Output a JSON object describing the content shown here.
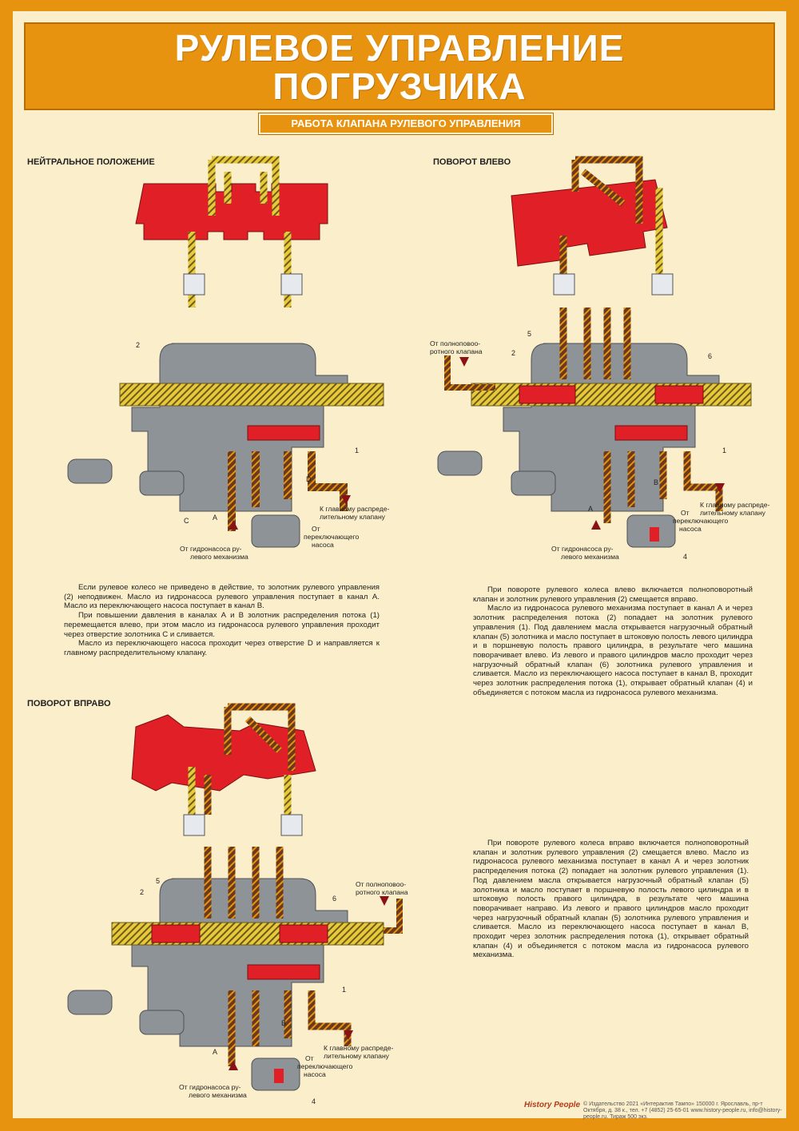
{
  "title": {
    "line1": "РУЛЕВОЕ УПРАВЛЕНИЕ",
    "line2": "ПОГРУЗЧИКА"
  },
  "subtitle": "РАБОТА КЛАПАНА РУЛЕВОГО УПРАВЛЕНИЯ",
  "colors": {
    "orange": "#e8930f",
    "cream": "#fbeecb",
    "red": "#e01f26",
    "yellow": "#e8c93a",
    "brown": "#6b3a1c",
    "grey": "#8e9398"
  },
  "sections": {
    "neutral": {
      "title": "НЕЙТРАЛЬНОЕ ПОЛОЖЕНИЕ",
      "labels": {
        "n2": "2",
        "n1": "1",
        "A": "A",
        "C": "C",
        "D": "D",
        "from_pump": [
          "От гидронасоса ру-",
          "левого механизма"
        ],
        "from_switch": [
          "От",
          "переключающего",
          "насоса"
        ],
        "to_main": [
          "К главному распреде-",
          "лительному клапану"
        ]
      },
      "text": [
        "Если рулевое колесо не приведено в действие, то золотник рулевого управления (2) неподвижен. Масло из гидронасоса рулевого управления поступает в канал А. Масло из переключающего насоса поступает в канал В.",
        "При повышении давления в каналах А и В золотник распределения потока (1) перемещается влево, при этом масло из гидронасоса рулевого управления проходит через отверстие золотника С и сливается.",
        "Масло из переключающего насоса проходит через отверстие D и направляется к главному распределительному клапану."
      ]
    },
    "left": {
      "title": "ПОВОРОТ ВЛЕВО",
      "labels": {
        "n2": "2",
        "n5": "5",
        "n6": "6",
        "n1": "1",
        "n4": "4",
        "A": "A",
        "B": "B",
        "from_full": [
          "От  полноповоо-",
          "ротного клапана"
        ],
        "from_pump": [
          "От гидронасоса ру-",
          "левого механизма"
        ],
        "from_switch": [
          "От",
          "переключающего",
          "насоса"
        ],
        "to_main": [
          "К главному распреде-",
          "лительному клапану"
        ]
      },
      "text": [
        "При повороте рулевого колеса влево включается полноповоротный клапан и золотник рулевого управления (2) смещается вправо.",
        "Масло из гидронасоса рулевого механизма поступает в канал А и через золотник распределения потока (2) попадает на золотник рулевого управления (1). Под давлением масла открывается нагрузочный обратный клапан (5) золотника и масло поступает в штоковую полость левого цилиндра и в поршневую полость правого цилиндра, в результате чего машина поворачивает влево. Из левого и правого цилиндров масло проходит через нагрузочный обратный клапан (6) золотника рулевого управления и сливается. Масло из переключающего насоса поступает в канал В, проходит через золотник распределения потока (1), открывает обратный клапан (4) и объединяется с потоком масла из гидронасоса рулевого механизма."
      ]
    },
    "right": {
      "title": "ПОВОРОТ ВПРАВО",
      "labels": {
        "n2": "2",
        "n5": "5",
        "n6": "6",
        "n1": "1",
        "n4": "4",
        "A": "A",
        "B": "B",
        "from_full": [
          "От   полноповоо-",
          "ротного клапана"
        ],
        "from_pump": [
          "От гидронасоса ру-",
          "левого механизма"
        ],
        "from_switch": [
          "От",
          "переключающего",
          "насоса"
        ],
        "to_main": [
          "К главному распреде-",
          "лительному клапану"
        ]
      },
      "text": [
        "При повороте рулевого колеса вправо включается полноповоротный клапан и золотник рулевого управления (2) смещается влево. Масло из гидронасоса рулевого механизма поступает в канал А и через золотник распределения потока (2) попадает на золотник рулевого управления (1). Под давлением масла открывается нагрузочный обратный клапан (5) золотника и масло поступает в поршневую полость левого цилиндра и в штоковую полость правого цилиндра, в результате чего машина поворачивает направо. Из левого и правого цилиндров масло проходит через нагрузочный обратный клапан (5) золотника рулевого управления и сливается. Масло из переключающего насоса поступает в канал В, проходит через золотник распределения потока (1), открывает обратный клапан (4) и объединяется с потоком масла из гидронасоса рулевого механизма."
      ]
    }
  },
  "footer": {
    "logo": "History People",
    "text": "© Издательство 2021 «Интерактив Тампо» 150000 г. Ярославль, пр-т Октября, д. 38 к., тел. +7 (4852) 25-65-01 www.history-people.ru, info@history-people.ru. Тираж 500 экз."
  }
}
